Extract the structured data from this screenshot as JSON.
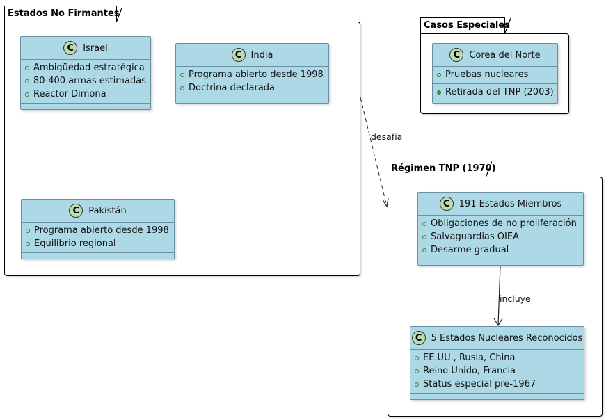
{
  "packages": {
    "no_firmantes": {
      "title": "Estados No Firmantes"
    },
    "casos_especiales": {
      "title": "Casos Especiales"
    },
    "regimen": {
      "title": "Régimen TNP (1970)"
    }
  },
  "classes": {
    "israel": {
      "name": "Israel",
      "attrs": [
        "Ambigüedad estratégica",
        "80-400 armas estimadas",
        "Reactor Dimona"
      ],
      "methods": []
    },
    "india": {
      "name": "India",
      "attrs": [
        "Programa abierto desde 1998",
        "Doctrina declarada"
      ],
      "methods": []
    },
    "pakistan": {
      "name": "Pakistán",
      "attrs": [
        "Programa abierto desde 1998",
        "Equilibrio regional"
      ],
      "methods": []
    },
    "corea": {
      "name": "Corea del Norte",
      "attrs": [
        "Pruebas nucleares"
      ],
      "methods": [
        "Retirada del TNP (2003)"
      ]
    },
    "miembros": {
      "name": "191 Estados Miembros",
      "attrs": [
        "Obligaciones de no proliferación",
        "Salvaguardias OIEA",
        "Desarme gradual"
      ],
      "methods": []
    },
    "reconocidos": {
      "name": "5 Estados Nucleares Reconocidos",
      "attrs": [
        "EE.UU., Rusia, China",
        "Reino Unido, Francia",
        "Status especial pre-1967"
      ],
      "methods": []
    }
  },
  "edges": {
    "desafia": {
      "label": "desafía",
      "style": "dashed"
    },
    "incluye": {
      "label": "incluye",
      "style": "solid"
    }
  },
  "icon": {
    "class_icon": "class-c-icon",
    "letter": "C"
  },
  "colors": {
    "class_fill": "#add8e6",
    "icon_fill": "#b9dcb0"
  }
}
